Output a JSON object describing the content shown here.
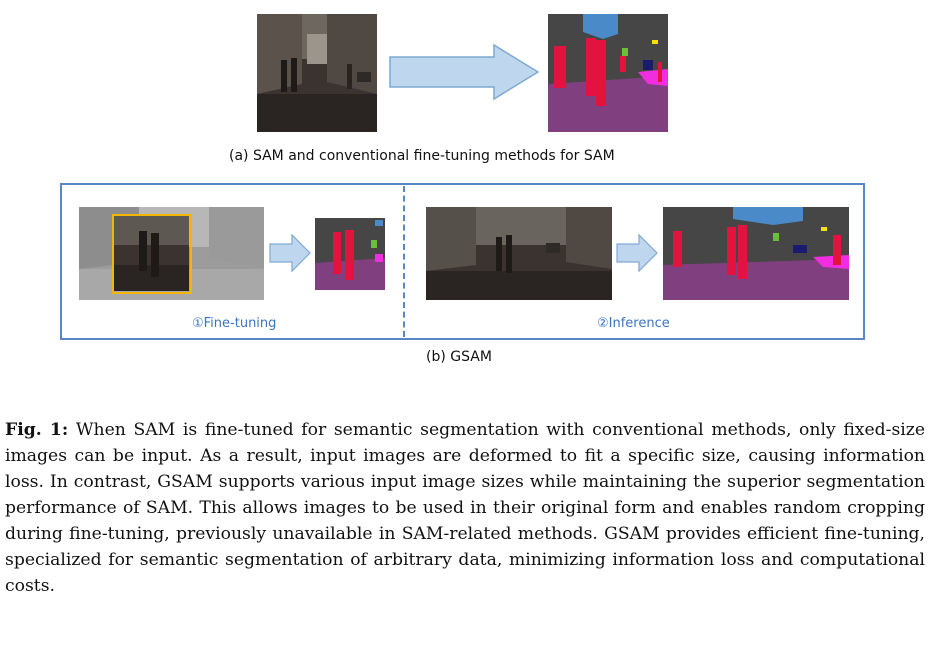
{
  "figure": {
    "sub_a": {
      "label": "(a) SAM and conventional fine-tuning methods for SAM"
    },
    "sub_b": {
      "label": "(b) GSAM",
      "left_panel_label": "①Fine-tuning",
      "right_panel_label": "②Inference"
    }
  },
  "caption": {
    "prefix": "Fig. 1:",
    "text": "When SAM is fine-tuned for semantic segmentation with conventional methods, only fixed-size images can be input. As a result, input images are deformed to fit a specific size, causing information loss. In contrast, GSAM supports various input image sizes while maintaining the superior segmentation performance of SAM. This allows images to be used in their original form and enables random cropping during fine-tuning, previously unavailable in SAM-related methods. GSAM provides efficient fine-tuning, specialized for semantic segmentation of arbitrary data, minimizing information loss and computational costs."
  },
  "colors": {
    "arrow_fill": "#bfd7ee",
    "arrow_stroke": "#7fa8d4",
    "frame": "#5a86c8",
    "crop_box": "#f2b705",
    "seg_road": "#80407f",
    "seg_person": "#e3123e",
    "seg_sky": "#4a8ac8",
    "seg_building": "#464646",
    "seg_sidewalk": "#f02ee0"
  }
}
